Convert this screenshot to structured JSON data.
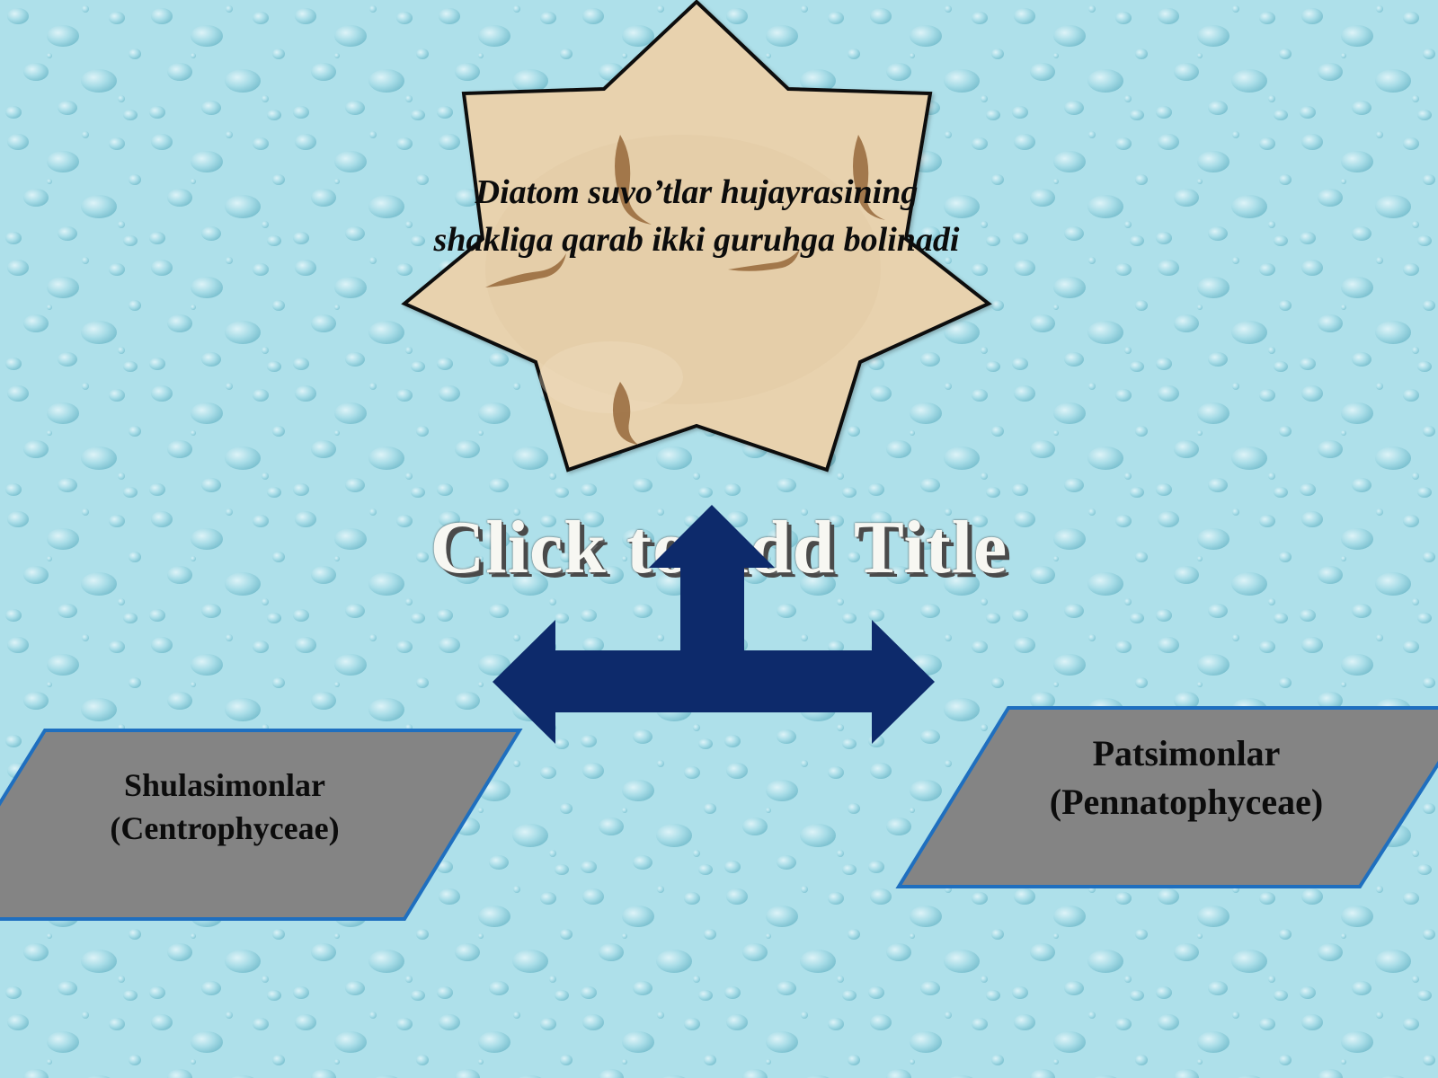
{
  "slide": {
    "title_placeholder": "Click to add Title",
    "star_text": "Diatom suvo’tlar hujayrasining shakliga qarab ikki guruhga bolinadi",
    "left_group_name": "Shulasimonlar",
    "left_group_latin": "(Centrophyceae)",
    "right_group_name": "Patsimonlar",
    "right_group_latin": "(Pennatophyceae)"
  },
  "colors": {
    "background": "#aee0ea",
    "star_fill": "#e8d2ae",
    "arrow": "#0d2a6b",
    "parallelogram_fill": "#848484",
    "parallelogram_border": "#1f6fbf"
  },
  "icons": {
    "star": "seven-point-star",
    "arrow": "three-way-arrow",
    "fossil": "fish-fossil-icon"
  }
}
